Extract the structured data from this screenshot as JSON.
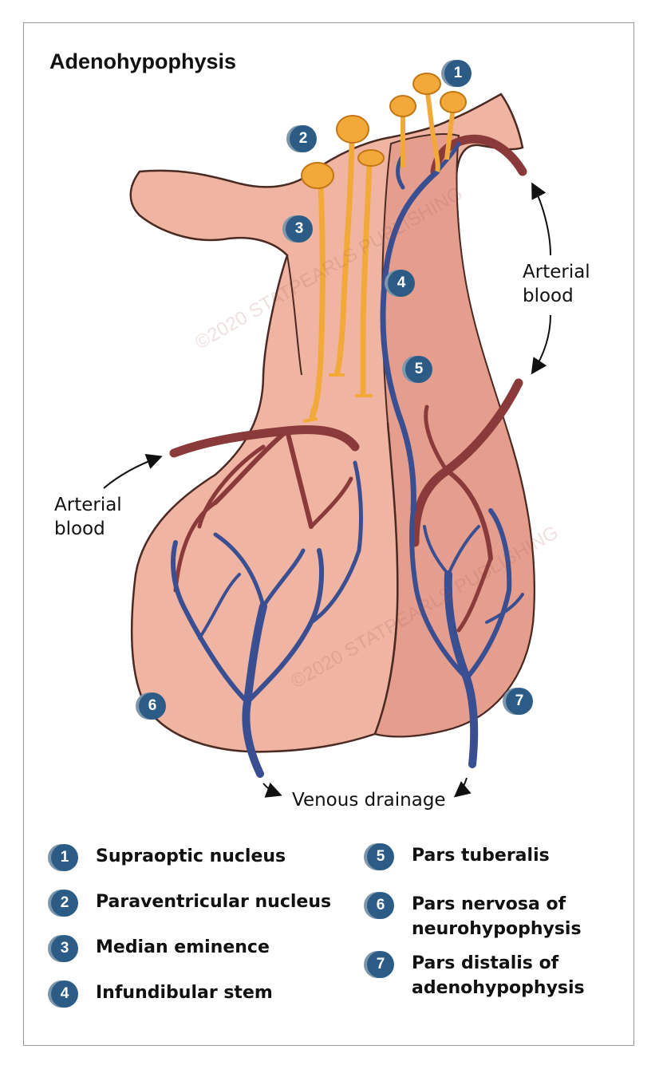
{
  "title": "Adenohypophysis",
  "labels": {
    "arterial_right": "Arterial\nblood",
    "arterial_left": "Arterial\nblood",
    "venous": "Venous drainage"
  },
  "watermark": "©2020 STATPEARLS PUBLISHING",
  "markers": [
    {
      "num": "1"
    },
    {
      "num": "2"
    },
    {
      "num": "3"
    },
    {
      "num": "4"
    },
    {
      "num": "5"
    },
    {
      "num": "6"
    },
    {
      "num": "7"
    }
  ],
  "legend": [
    {
      "num": "1",
      "text": "Supraoptic nucleus"
    },
    {
      "num": "2",
      "text": "Paraventricular nucleus"
    },
    {
      "num": "3",
      "text": "Median eminence"
    },
    {
      "num": "4",
      "text": "Infundibular stem"
    },
    {
      "num": "5",
      "text": "Pars tuberalis"
    },
    {
      "num": "6",
      "text": "Pars nervosa of\nneurohypophysis"
    },
    {
      "num": "7",
      "text": "Pars distalis of\nadenohypophysis"
    }
  ],
  "colors": {
    "tissue": "#f0b4a2",
    "tissue_dark": "#e59e8e",
    "artery": "#8a3a3a",
    "vein": "#3a4e92",
    "neuron": "#f2a93a",
    "badge": "#2c5c86"
  }
}
